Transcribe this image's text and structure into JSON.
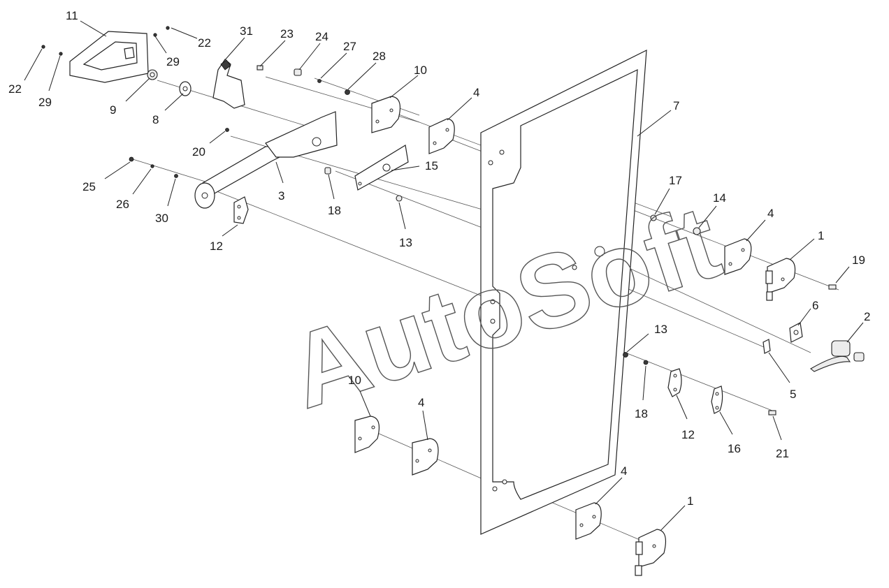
{
  "watermark": "AutoSoft",
  "callouts": [
    {
      "id": "c11a",
      "text": "11"
    },
    {
      "id": "c22a",
      "text": "22"
    },
    {
      "id": "c29a",
      "text": "29"
    },
    {
      "id": "c22b",
      "text": "22"
    },
    {
      "id": "c29b",
      "text": "29"
    },
    {
      "id": "c9",
      "text": "9"
    },
    {
      "id": "c8",
      "text": "8"
    },
    {
      "id": "c31",
      "text": "31"
    },
    {
      "id": "c23",
      "text": "23"
    },
    {
      "id": "c24",
      "text": "24"
    },
    {
      "id": "c27",
      "text": "27"
    },
    {
      "id": "c28",
      "text": "28"
    },
    {
      "id": "c10a",
      "text": "10"
    },
    {
      "id": "c4a",
      "text": "4"
    },
    {
      "id": "c7",
      "text": "7"
    },
    {
      "id": "c20",
      "text": "20"
    },
    {
      "id": "c15",
      "text": "15"
    },
    {
      "id": "c25",
      "text": "25"
    },
    {
      "id": "c26",
      "text": "26"
    },
    {
      "id": "c30",
      "text": "30"
    },
    {
      "id": "c3",
      "text": "3"
    },
    {
      "id": "c18a",
      "text": "18"
    },
    {
      "id": "c12a",
      "text": "12"
    },
    {
      "id": "c13a",
      "text": "13"
    },
    {
      "id": "c17",
      "text": "17"
    },
    {
      "id": "c14",
      "text": "14"
    },
    {
      "id": "c4b",
      "text": "4"
    },
    {
      "id": "c1a",
      "text": "1"
    },
    {
      "id": "c19",
      "text": "19"
    },
    {
      "id": "c6",
      "text": "6"
    },
    {
      "id": "c2",
      "text": "2"
    },
    {
      "id": "c13b",
      "text": "13"
    },
    {
      "id": "c5",
      "text": "5"
    },
    {
      "id": "c18b",
      "text": "18"
    },
    {
      "id": "c12b",
      "text": "12"
    },
    {
      "id": "c16",
      "text": "16"
    },
    {
      "id": "c21",
      "text": "21"
    },
    {
      "id": "c10b",
      "text": "10"
    },
    {
      "id": "c4c",
      "text": "4"
    },
    {
      "id": "c4d",
      "text": "4"
    },
    {
      "id": "c1b",
      "text": "1"
    }
  ]
}
